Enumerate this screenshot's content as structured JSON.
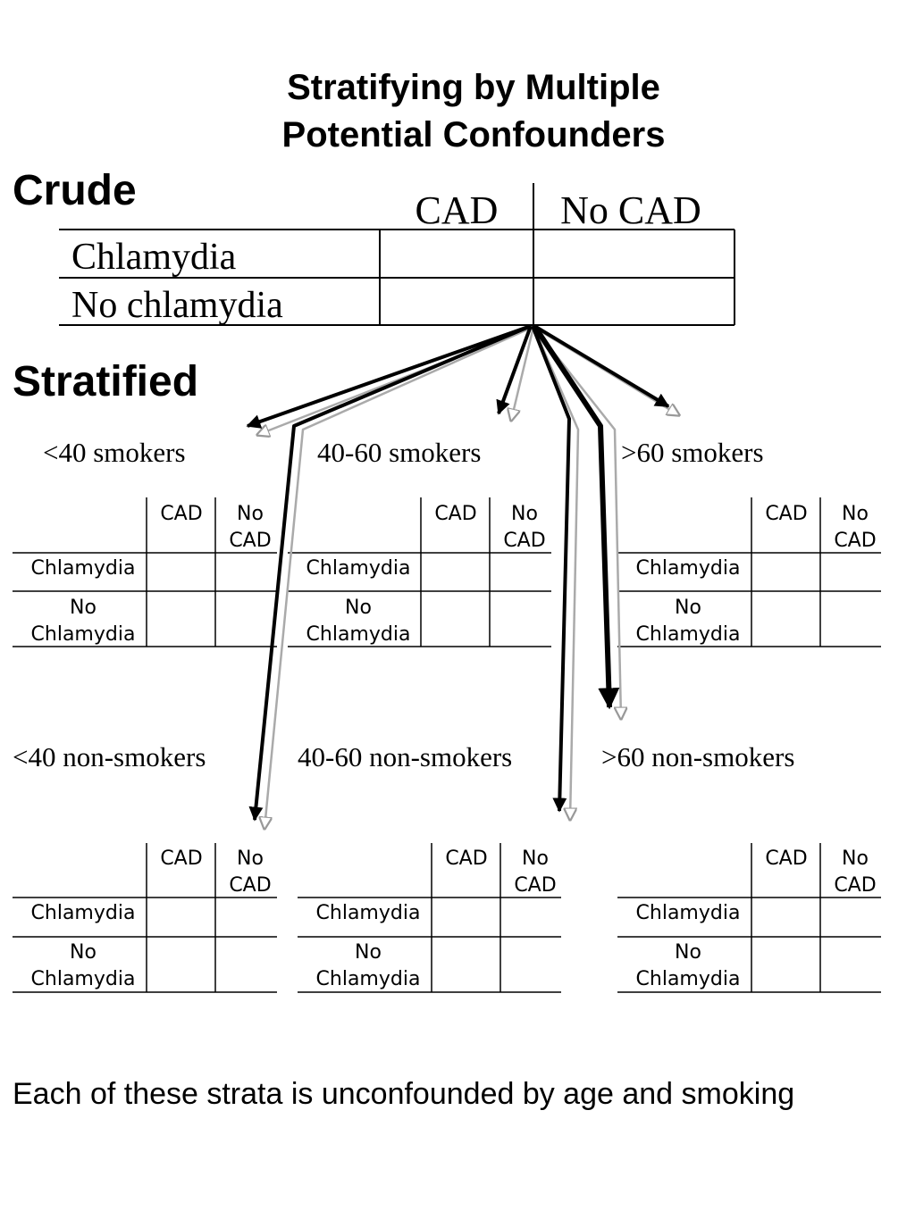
{
  "title": {
    "line1": "Stratifying by Multiple",
    "line2": "Potential Confounders"
  },
  "crude": {
    "label": "Crude",
    "columns": [
      "CAD",
      "No CAD"
    ],
    "rows": [
      "Chlamydia",
      "No chlamydia"
    ]
  },
  "stratified": {
    "label": "Stratified"
  },
  "strata": [
    {
      "label": "<40 smokers",
      "columns": [
        "CAD",
        "No\nCAD"
      ],
      "rows": [
        "Chlamydia",
        "No\nChlamydia"
      ]
    },
    {
      "label": "40-60 smokers",
      "columns": [
        "CAD",
        "No\nCAD"
      ],
      "rows": [
        "Chlamydia",
        "No\nChlamydia"
      ]
    },
    {
      "label": ">60 smokers",
      "columns": [
        "CAD",
        "No\nCAD"
      ],
      "rows": [
        "Chlamydia",
        "No\nChlamydia"
      ]
    },
    {
      "label": "<40 non-smokers",
      "columns": [
        "CAD",
        "No\nCAD"
      ],
      "rows": [
        "Chlamydia",
        "No\nChlamydia"
      ]
    },
    {
      "label": "40-60 non-smokers",
      "columns": [
        "CAD",
        "No\nCAD"
      ],
      "rows": [
        "Chlamydia",
        "No\nChlamydia"
      ]
    },
    {
      "label": ">60 non-smokers",
      "columns": [
        "CAD",
        "No\nCAD"
      ],
      "rows": [
        "Chlamydia",
        "No\nChlamydia"
      ]
    }
  ],
  "footer": "Each of these strata is unconfounded by age and smoking",
  "colors": {
    "arrow_dark": "#000000",
    "arrow_light": "#bbbbbb",
    "line": "#000000"
  }
}
